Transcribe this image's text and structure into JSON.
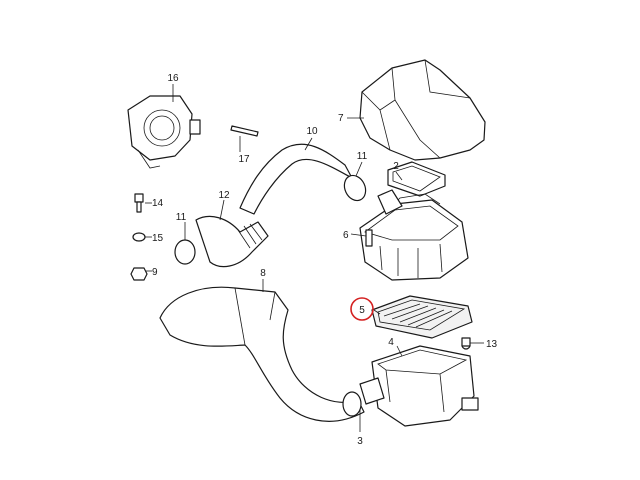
{
  "diagram": {
    "callouts": [
      {
        "id": "16",
        "label": "16"
      },
      {
        "id": "17",
        "label": "17"
      },
      {
        "id": "10",
        "label": "10"
      },
      {
        "id": "11a",
        "label": "11"
      },
      {
        "id": "11b",
        "label": "11"
      },
      {
        "id": "12",
        "label": "12"
      },
      {
        "id": "14",
        "label": "14"
      },
      {
        "id": "15",
        "label": "15"
      },
      {
        "id": "9",
        "label": "9"
      },
      {
        "id": "8",
        "label": "8"
      },
      {
        "id": "7",
        "label": "7"
      },
      {
        "id": "2",
        "label": "2"
      },
      {
        "id": "6",
        "label": "6"
      },
      {
        "id": "5",
        "label": "5"
      },
      {
        "id": "4",
        "label": "4"
      },
      {
        "id": "13",
        "label": "13"
      },
      {
        "id": "3",
        "label": "3"
      }
    ],
    "highlighted_part": "5",
    "highlight_color": "#d42020",
    "line_color": "#1a1a1a"
  }
}
